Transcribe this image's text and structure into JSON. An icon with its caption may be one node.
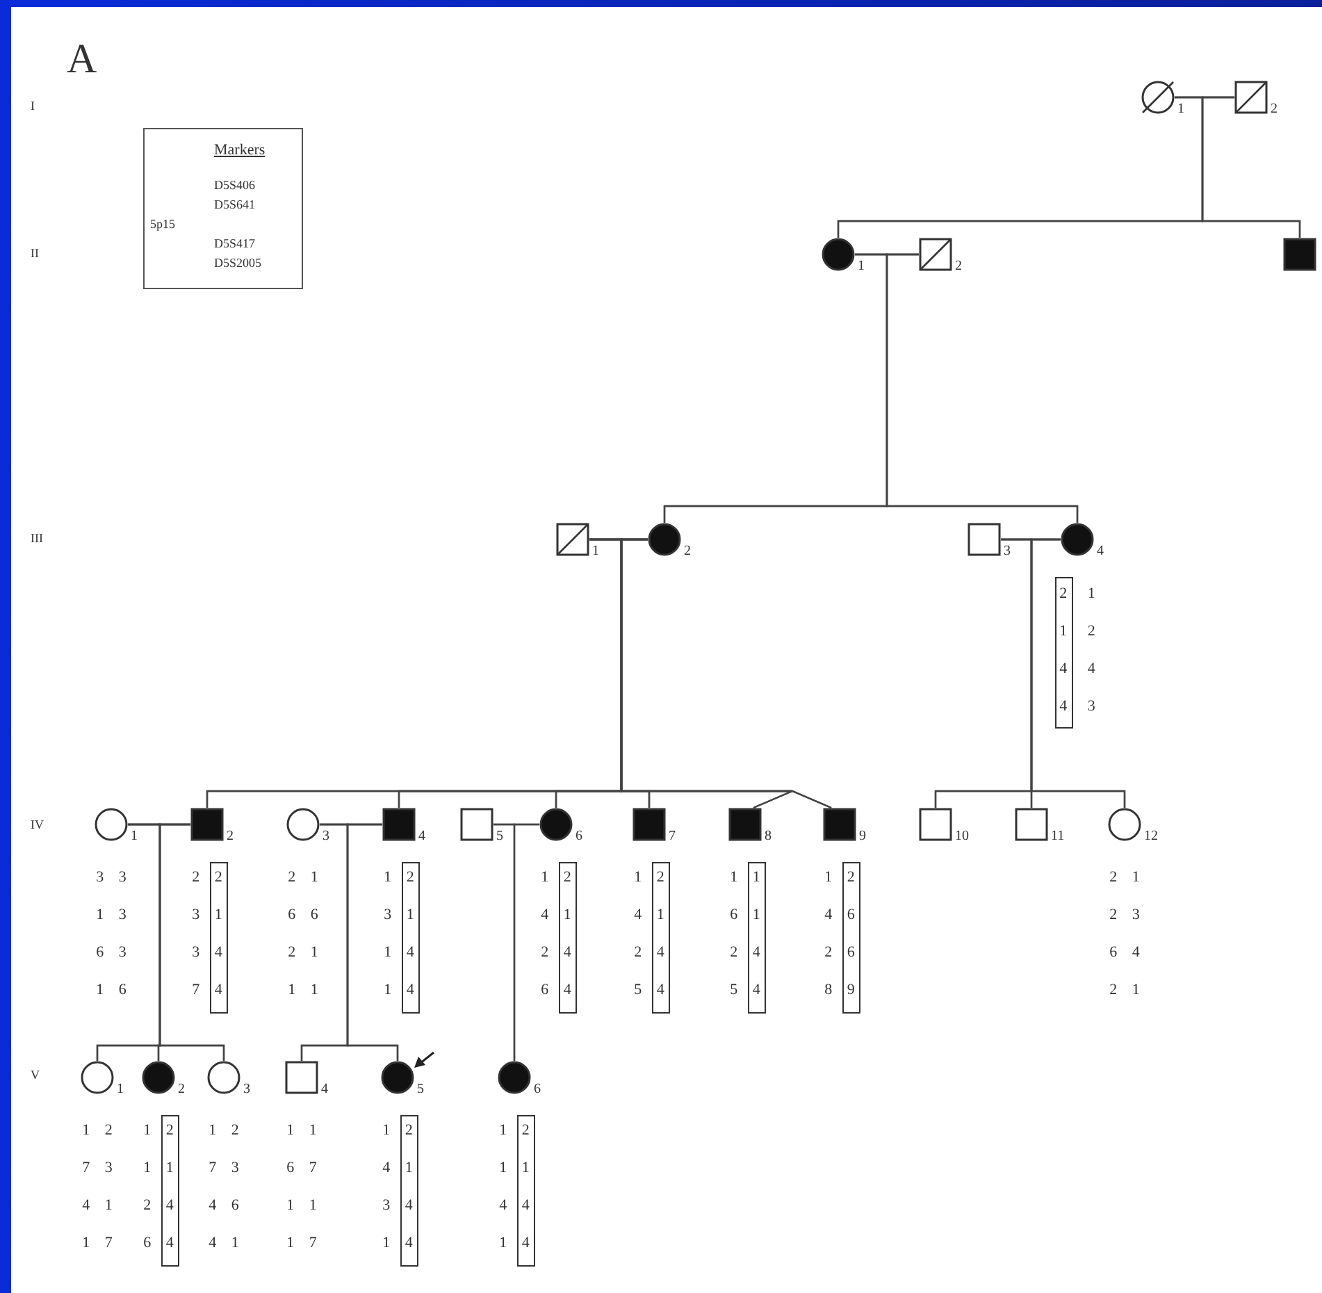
{
  "diagram": {
    "nodes": [
      {
        "text": [
          "Markers",
          "D5S406",
          "D5S641",
          "5p15",
          "D5S417",
          "D5S2005"
        ]
      },
      {
        "text": [],
        "shape": "circle",
        "beside": [
          "1"
        ]
      },
      {
        "text": [],
        "shape": "box",
        "beside": [
          "2"
        ]
      },
      {
        "text": [],
        "shape": "circle",
        "beside": [
          "1"
        ]
      },
      {
        "text": [],
        "shape": "box",
        "beside": [
          "2"
        ]
      },
      {
        "text": [],
        "shape": "box"
      },
      {
        "text": [],
        "shape": "box",
        "beside": [
          "1"
        ]
      },
      {
        "text": [],
        "shape": "circle",
        "beside": [
          "2"
        ]
      },
      {
        "text": [],
        "shape": "box",
        "beside": [
          "3"
        ]
      },
      {
        "text": [],
        "shape": "circle",
        "beside": [
          "4"
        ]
      },
      {
        "text": [],
        "shape": "circle",
        "beside": [
          "1"
        ]
      },
      {
        "text": [],
        "shape": "box",
        "beside": [
          "2"
        ]
      },
      {
        "text": [],
        "shape": "circle",
        "beside": [
          "3"
        ]
      },
      {
        "text": [],
        "shape": "box",
        "beside": [
          "4"
        ]
      },
      {
        "text": [],
        "shape": "box",
        "beside": [
          "5"
        ]
      },
      {
        "text": [],
        "shape": "circle",
        "beside": [
          "6"
        ]
      },
      {
        "text": [],
        "shape": "box",
        "beside": [
          "7"
        ]
      },
      {
        "text": [],
        "shape": "box",
        "beside": [
          "8"
        ]
      },
      {
        "text": [],
        "shape": "box",
        "beside": [
          "9"
        ]
      },
      {
        "text": [],
        "shape": "box",
        "beside": [
          "10"
        ]
      },
      {
        "text": [],
        "shape": "box",
        "beside": [
          "11"
        ]
      },
      {
        "text": [],
        "shape": "circle",
        "beside": [
          "12"
        ]
      },
      {
        "text": [],
        "shape": "circle",
        "beside": [
          "1"
        ]
      },
      {
        "text": [],
        "shape": "circle",
        "beside": [
          "2"
        ]
      },
      {
        "text": [],
        "shape": "circle",
        "beside": [
          "3"
        ]
      },
      {
        "text": [],
        "shape": "box",
        "beside": [
          "4"
        ]
      },
      {
        "text": [],
        "shape": "circle",
        "beside": [
          "5"
        ]
      },
      {
        "text": [],
        "shape": "circle",
        "beside": [
          "6"
        ]
      },
      {
        "text": [],
        "shape": "bar"
      },
      {
        "text": [],
        "shape": "bar"
      },
      {
        "text": [],
        "shape": "bar"
      },
      {
        "text": [],
        "shape": "bar"
      },
      {
        "text": [],
        "shape": "bar"
      },
      {
        "text": [],
        "shape": "bar"
      },
      {
        "text": [],
        "shape": "bar"
      },
      {
        "text": [],
        "shape": "bar"
      },
      {
        "text": [],
        "shape": "bar"
      },
      {
        "text": [],
        "shape": "bar"
      }
    ],
    "edges": [
      {
        "from": 1,
        "to": 2,
        "arrow": "none"
      },
      {
        "from": 1,
        "to": 3,
        "arrow": "none"
      },
      {
        "from": 2,
        "to": 3,
        "arrow": "none"
      },
      {
        "from": 1,
        "to": 5,
        "arrow": "none"
      },
      {
        "from": 2,
        "to": 5,
        "arrow": "none"
      },
      {
        "from": 3,
        "to": 4,
        "arrow": "none"
      },
      {
        "from": 3,
        "to": 7,
        "arrow": "none"
      },
      {
        "from": 4,
        "to": 7,
        "arrow": "none"
      },
      {
        "from": 3,
        "to": 9,
        "arrow": "none"
      },
      {
        "from": 4,
        "to": 9,
        "arrow": "none"
      },
      {
        "from": 6,
        "to": 7,
        "arrow": "none"
      },
      {
        "from": 8,
        "to": 9,
        "arrow": "none"
      },
      {
        "from": 6,
        "to": 11,
        "arrow": "none"
      },
      {
        "from": 7,
        "to": 11,
        "arrow": "none"
      },
      {
        "from": 6,
        "to": 13,
        "arrow": "none"
      },
      {
        "from": 7,
        "to": 13,
        "arrow": "none"
      },
      {
        "from": 6,
        "to": 15,
        "arrow": "none"
      },
      {
        "from": 7,
        "to": 15,
        "arrow": "none"
      },
      {
        "from": 6,
        "to": 16,
        "arrow": "none"
      },
      {
        "from": 7,
        "to": 16,
        "arrow": "none"
      },
      {
        "from": 6,
        "to": 17,
        "arrow": "none"
      },
      {
        "from": 7,
        "to": 17,
        "arrow": "none"
      },
      {
        "from": 6,
        "to": 18,
        "arrow": "none"
      },
      {
        "from": 7,
        "to": 18,
        "arrow": "none"
      },
      {
        "from": 8,
        "to": 19,
        "arrow": "none"
      },
      {
        "from": 9,
        "to": 19,
        "arrow": "none"
      },
      {
        "from": 8,
        "to": 20,
        "arrow": "none"
      },
      {
        "from": 9,
        "to": 20,
        "arrow": "none"
      },
      {
        "from": 8,
        "to": 21,
        "arrow": "none"
      },
      {
        "from": 9,
        "to": 21,
        "arrow": "none"
      },
      {
        "from": 10,
        "to": 11,
        "arrow": "none"
      },
      {
        "from": 12,
        "to": 13,
        "arrow": "none"
      },
      {
        "from": 14,
        "to": 15,
        "arrow": "none"
      },
      {
        "from": 10,
        "to": 22,
        "arrow": "none"
      },
      {
        "from": 11,
        "to": 22,
        "arrow": "none"
      },
      {
        "from": 10,
        "to": 23,
        "arrow": "none"
      },
      {
        "from": 11,
        "to": 23,
        "arrow": "none"
      },
      {
        "from": 10,
        "to": 24,
        "arrow": "none"
      },
      {
        "from": 11,
        "to": 24,
        "arrow": "none"
      },
      {
        "from": 12,
        "to": 25,
        "arrow": "none"
      },
      {
        "from": 13,
        "to": 25,
        "arrow": "none"
      },
      {
        "from": 12,
        "to": 26,
        "arrow": "none"
      },
      {
        "from": 13,
        "to": 26,
        "arrow": "none"
      },
      {
        "from": 14,
        "to": 27,
        "arrow": "none"
      },
      {
        "from": 15,
        "to": 27,
        "arrow": "none"
      }
    ],
    "labels": [
      "A",
      "I",
      "II",
      "III",
      "IV",
      "V",
      "2 1",
      "1 2",
      "4 4",
      "4 3",
      "3 3",
      "1 3",
      "6 3",
      "1 6",
      "2 2",
      "3 1",
      "3 4",
      "7 4",
      "2 1",
      "6 6",
      "2 1",
      "1 1",
      "1 2",
      "3 1",
      "1 4",
      "1 4",
      "1 2",
      "4 1",
      "2 4",
      "6 4",
      "1 2",
      "4 1",
      "2 4",
      "5 4",
      "1 1",
      "6 1",
      "2 4",
      "5 4",
      "1 2",
      "4 6",
      "2 6",
      "8 9",
      "2 1",
      "2 3",
      "6 4",
      "2 1",
      "1 2",
      "7 3",
      "4 1",
      "1 7",
      "1 2",
      "1 1",
      "2 4",
      "6 4",
      "1 2",
      "7 3",
      "4 6",
      "4 1",
      "1 1",
      "6 7",
      "1 1",
      "1 7",
      "1 2",
      "4 1",
      "3 4",
      "1 4",
      "1 2",
      "1 1",
      "4 4",
      "1 4"
    ]
  }
}
